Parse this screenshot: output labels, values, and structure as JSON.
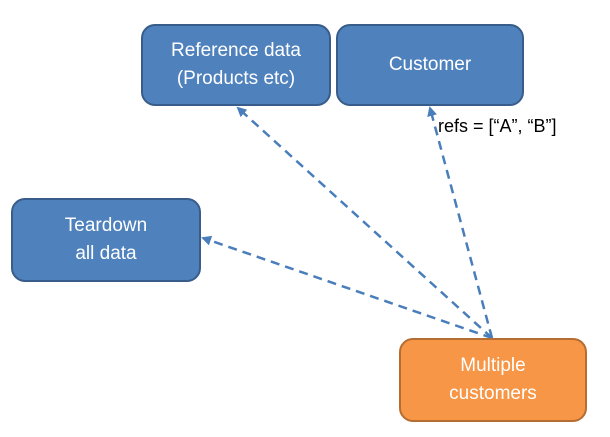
{
  "diagram": {
    "nodes": [
      {
        "id": "reference",
        "lines": [
          "Reference data",
          "(Products etc)"
        ]
      },
      {
        "id": "customer",
        "lines": [
          "Customer"
        ]
      },
      {
        "id": "teardown",
        "lines": [
          "Teardown",
          "all data"
        ]
      },
      {
        "id": "multiple",
        "lines": [
          "Multiple",
          "customers"
        ]
      }
    ],
    "edges": [
      {
        "from": "multiple",
        "to": "reference",
        "style": "dashed"
      },
      {
        "from": "multiple",
        "to": "customer",
        "style": "dashed"
      },
      {
        "from": "multiple",
        "to": "teardown",
        "style": "dashed"
      }
    ],
    "annotation": "refs = [“A”, “B”]"
  },
  "colors": {
    "node_fill": "#4f81bd",
    "node_border": "#385d8a",
    "highlight_fill": "#f79646",
    "highlight_border": "#b66d31",
    "arrow": "#4a7ebb",
    "text_on_node": "#ffffff",
    "annotation_text": "#000000"
  }
}
